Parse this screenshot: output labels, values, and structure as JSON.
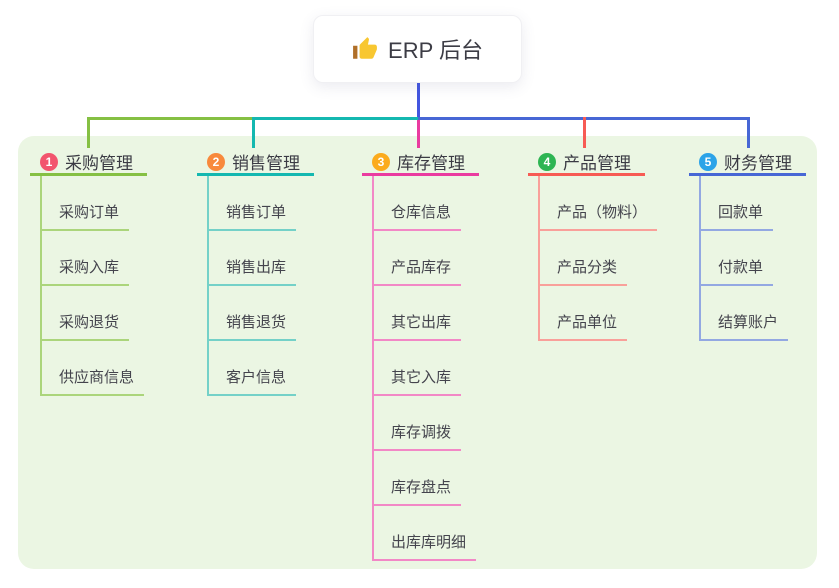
{
  "root": {
    "label": "ERP 后台",
    "icon": "thumbs-up-icon"
  },
  "colors": {
    "canvas_bg": "#FFFFFF",
    "panel_bg": "#EBF6E3",
    "stem": "#4356E0",
    "root_text": "#3C3C45",
    "branch_text": "#3B3B44",
    "child_text": "#44444D"
  },
  "branches": [
    {
      "index": "1",
      "label": "采购管理",
      "colors": {
        "badge": "#F2556E",
        "line": "#85C043",
        "light": "#ABD57B"
      },
      "children": [
        "采购订单",
        "采购入库",
        "采购退货",
        "供应商信息"
      ]
    },
    {
      "index": "2",
      "label": "销售管理",
      "colors": {
        "badge": "#F8893C",
        "line": "#14B8B0",
        "light": "#74D1C8"
      },
      "children": [
        "销售订单",
        "销售出库",
        "销售退货",
        "客户信息"
      ]
    },
    {
      "index": "3",
      "label": "库存管理",
      "colors": {
        "badge": "#FBAB1D",
        "line": "#EA3BA0",
        "light": "#F288C6"
      },
      "children": [
        "仓库信息",
        "产品库存",
        "其它出库",
        "其它入库",
        "库存调拨",
        "库存盘点",
        "出库库明细"
      ]
    },
    {
      "index": "4",
      "label": "产品管理",
      "colors": {
        "badge": "#2EB553",
        "line": "#F75B54",
        "light": "#F9A09A"
      },
      "children": [
        "产品（物料）",
        "产品分类",
        "产品单位"
      ]
    },
    {
      "index": "5",
      "label": "财务管理",
      "colors": {
        "badge": "#2BA3E8",
        "line": "#4767D5",
        "light": "#93A8E2"
      },
      "children": [
        "回款单",
        "付款单",
        "结算账户"
      ]
    }
  ]
}
